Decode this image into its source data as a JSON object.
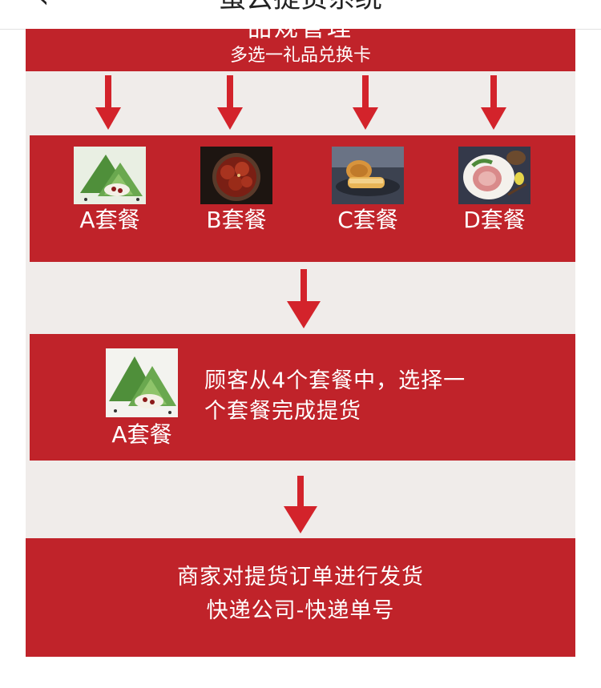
{
  "nav": {
    "back_icon": "chevron-left-icon",
    "title": "蛋云提货系统"
  },
  "header": {
    "title": "品规管理",
    "subtitle": "多选一礼品兑换卡"
  },
  "packages": [
    {
      "label": "A套餐",
      "image": "zongzi"
    },
    {
      "label": "B套餐",
      "image": "braised-meat"
    },
    {
      "label": "C套餐",
      "image": "mooncake"
    },
    {
      "label": "D套餐",
      "image": "ham-plate"
    }
  ],
  "choice": {
    "label": "A套餐",
    "text_line1": "顾客从4个套餐中，选择一",
    "text_line2": "个套餐完成提货"
  },
  "shipping": {
    "line1": "商家对提货订单进行发货",
    "line2": "快递公司-快递单号"
  },
  "colors": {
    "band_red": "#c0232a",
    "arrow_red": "#d3232b",
    "gap_bg": "#f0ecea"
  }
}
